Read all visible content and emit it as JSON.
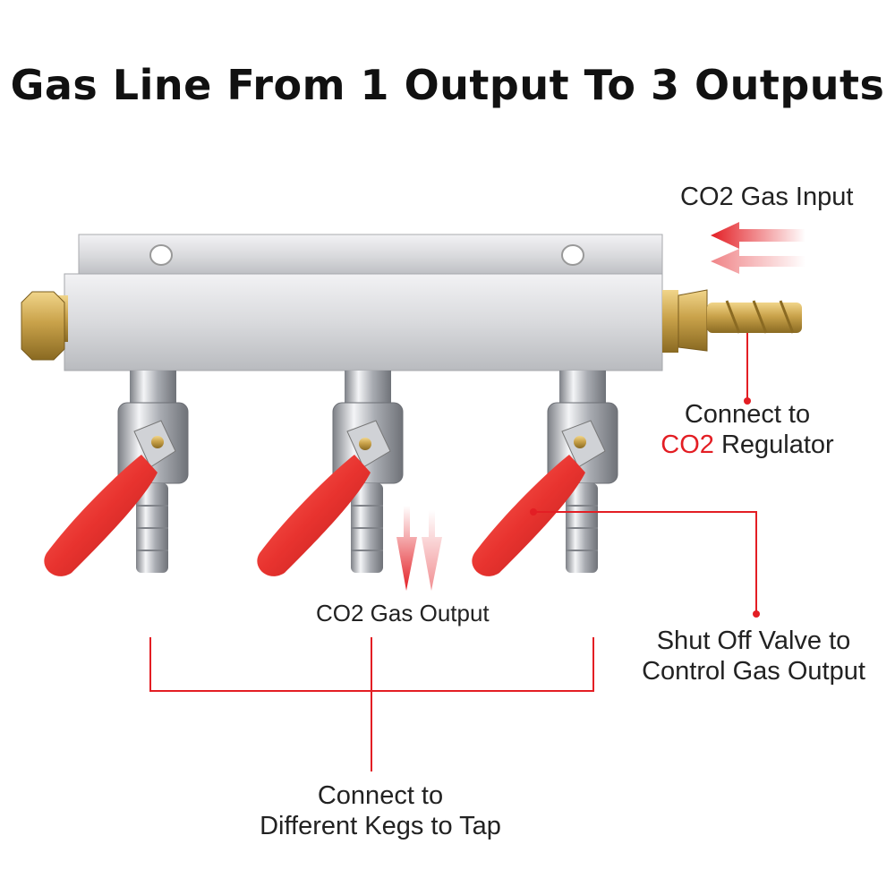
{
  "title": "Gas Line From 1 Output To 3 Outputs",
  "labels": {
    "gas_input": "CO2 Gas Input",
    "connect_regulator_line1": "Connect to",
    "connect_regulator_co2": "CO2",
    "connect_regulator_rest": " Regulator",
    "gas_output": "CO2 Gas Output",
    "shutoff_line1": "Shut Off Valve to",
    "shutoff_line2": "Control Gas Output",
    "kegs_line1": "Connect to",
    "kegs_line2": "Different Kegs to Tap"
  },
  "colors": {
    "accent_red": "#e31e24",
    "valve_red": "#e8332f",
    "aluminum": "#dcdde0",
    "brass": "#c9a24a",
    "chrome": "#b9bcc2"
  }
}
